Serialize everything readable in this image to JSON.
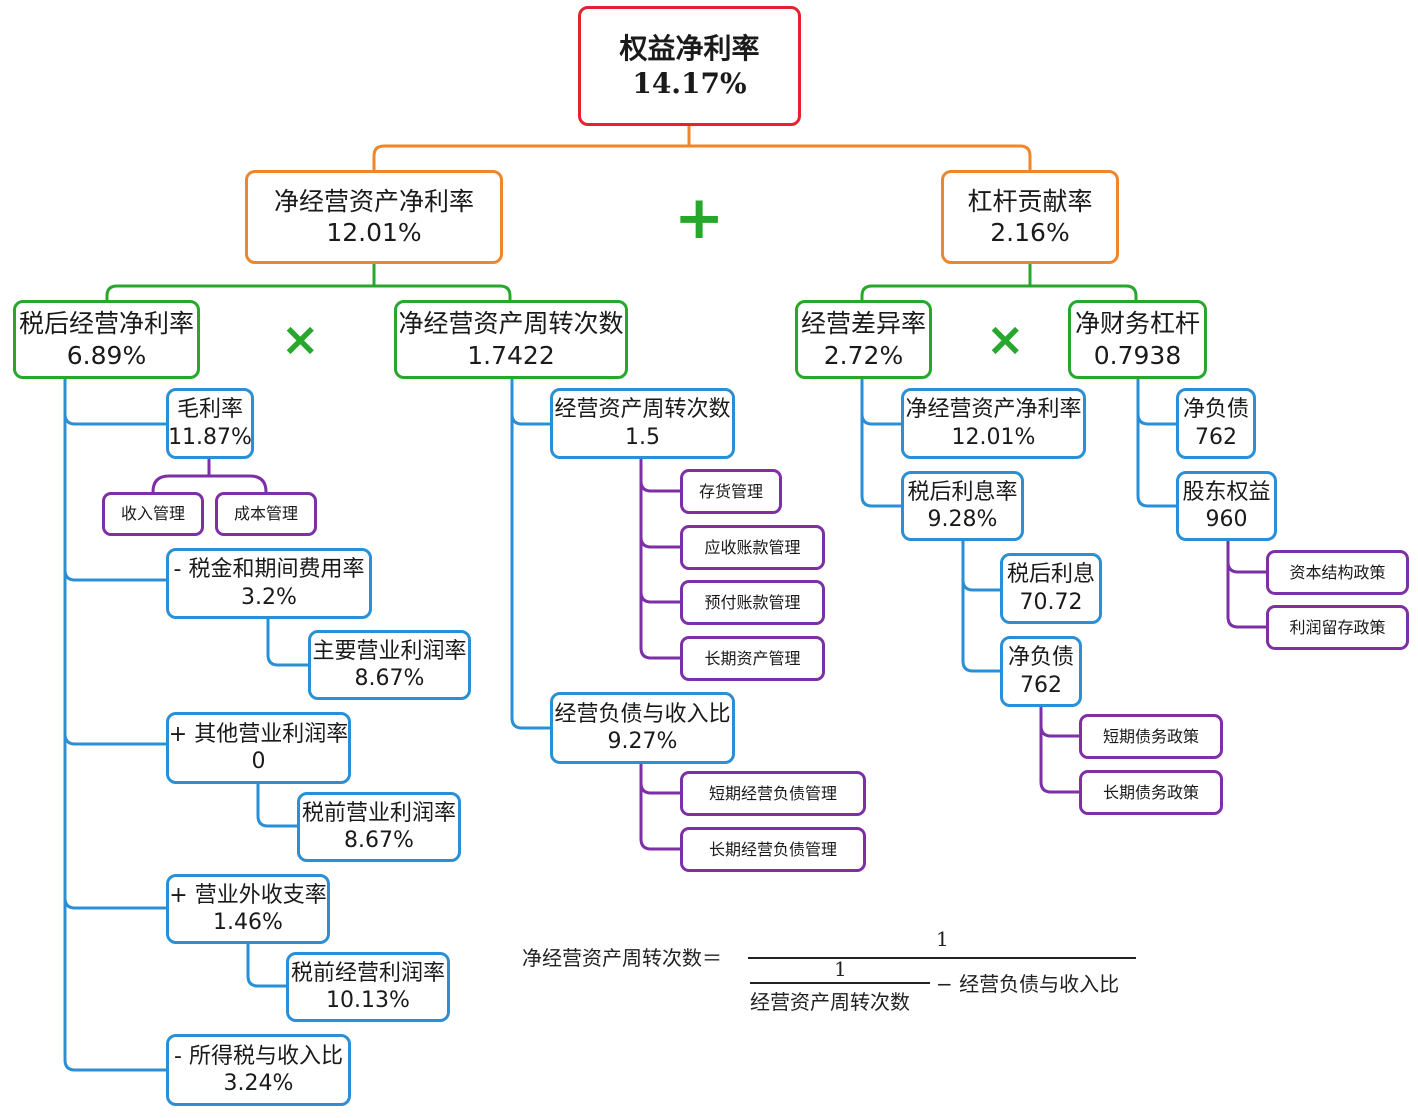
{
  "root": {
    "label": "权益净利率",
    "value": "14.17%"
  },
  "nodes": {
    "rnoa": {
      "label": "净经营资产净利率",
      "value": "12.01%"
    },
    "lev": {
      "label": "杠杆贡献率",
      "value": "2.16%"
    },
    "npm": {
      "label": "税后经营净利率",
      "value": "6.89%"
    },
    "turn": {
      "label": "净经营资产周转次数",
      "value": "1.7422"
    },
    "spread": {
      "label": "经营差异率",
      "value": "2.72%"
    },
    "nfl": {
      "label": "净财务杠杆",
      "value": "0.7938"
    },
    "gm": {
      "label": "毛利率",
      "value": "11.87%"
    },
    "tax_exp": {
      "label": "- 税金和期间费用率",
      "value": "3.2%"
    },
    "main_op": {
      "label": "主要营业利润率",
      "value": "8.67%"
    },
    "other_op": {
      "label": "+ 其他营业利润率",
      "value": "0"
    },
    "pretax_op": {
      "label": "税前营业利润率",
      "value": "8.67%"
    },
    "nonop": {
      "label": "+ 营业外收支率",
      "value": "1.46%"
    },
    "pretax_oper": {
      "label": "税前经营利润率",
      "value": "10.13%"
    },
    "inc_tax": {
      "label": "- 所得税与收入比",
      "value": "3.24%"
    },
    "oa_turn": {
      "label": "经营资产周转次数",
      "value": "1.5"
    },
    "ol_ratio": {
      "label": "经营负债与收入比",
      "value": "9.27%"
    },
    "rnoa2": {
      "label": "净经营资产净利率",
      "value": "12.01%"
    },
    "int_rate": {
      "label": "税后利息率",
      "value": "9.28%"
    },
    "int_after": {
      "label": "税后利息",
      "value": "70.72"
    },
    "nd2": {
      "label": "净负债",
      "value": "762"
    },
    "nd": {
      "label": "净负债",
      "value": "762"
    },
    "eq": {
      "label": "股东权益",
      "value": "960"
    }
  },
  "leaves": {
    "rev_mgmt": "收入管理",
    "cost_mgmt": "成本管理",
    "inv_mgmt": "存货管理",
    "ar_mgmt": "应收账款管理",
    "prepay_mgmt": "预付账款管理",
    "lta_mgmt": "长期资产管理",
    "st_op_liab": "短期经营负债管理",
    "lt_op_liab": "长期经营负债管理",
    "st_debt": "短期债务政策",
    "lt_debt": "长期债务政策",
    "cap_struct": "资本结构政策",
    "retain": "利润留存政策"
  },
  "operators": {
    "plus": "+",
    "times1": "×",
    "times2": "×"
  },
  "formula": {
    "lhs": "净经营资产周转次数＝",
    "numerator": "1",
    "inner_numerator": "1",
    "inner_denominator": "经营资产周转次数",
    "minus_term": "− 经营负债与收入比"
  },
  "colors": {
    "red": "#e5232f",
    "orange": "#f0862a",
    "green": "#27a72c",
    "blue": "#2a8fd4",
    "purple": "#7d2fa6"
  }
}
